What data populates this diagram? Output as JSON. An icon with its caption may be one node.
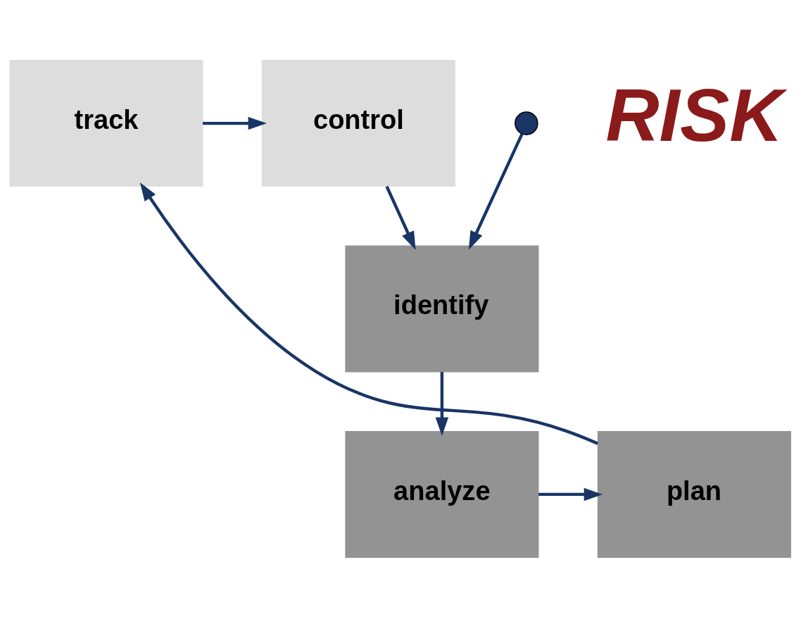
{
  "diagram": {
    "nodes": [
      {
        "text": [
          "track"
        ]
      },
      {
        "text": [
          "control"
        ]
      },
      {
        "text": [],
        "shape": "circle"
      },
      {
        "text": [
          "identify"
        ]
      },
      {
        "text": [
          "plan"
        ]
      },
      {
        "text": [
          "analyze"
        ]
      }
    ],
    "edges": [
      {
        "from": 0,
        "to": 1,
        "arrow": "to"
      },
      {
        "from": 1,
        "to": 3,
        "arrow": "to"
      },
      {
        "from": 2,
        "to": 3,
        "arrow": "to"
      },
      {
        "from": 3,
        "to": 5,
        "arrow": "to"
      },
      {
        "from": 5,
        "to": 4,
        "arrow": "to"
      },
      {
        "from": 4,
        "to": 0,
        "arrow": "to"
      }
    ],
    "labels": [
      "RISK"
    ]
  }
}
